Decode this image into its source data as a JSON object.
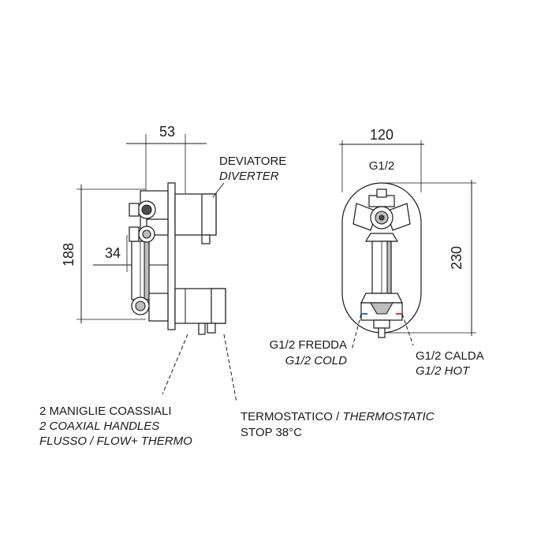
{
  "dimensions": {
    "side_depth": "53",
    "side_height": "188",
    "side_offset": "34",
    "front_width": "120",
    "front_height": "230"
  },
  "labels": {
    "diverter_it": "DEVIATORE",
    "diverter_en": "DIVERTER",
    "connection_top": "G1/2",
    "cold_it": "G1/2 FREDDA",
    "cold_en": "G1/2 COLD",
    "hot_it": "G1/2 CALDA",
    "hot_en": "G1/2 HOT",
    "handles_line1": "2 MANIGLIE COASSIALI",
    "handles_line2": "2 COAXIAL HANDLES",
    "handles_line3": "FLUSSO / FLOW+ THERMO",
    "thermo_it": "TERMOSTATICO / ",
    "thermo_en": "THERMOSTATIC",
    "thermo_stop": "STOP 38°C"
  },
  "colors": {
    "line": "#1a1a1a",
    "cold_marker": "#2b6cd6",
    "hot_marker": "#e03a2f"
  }
}
